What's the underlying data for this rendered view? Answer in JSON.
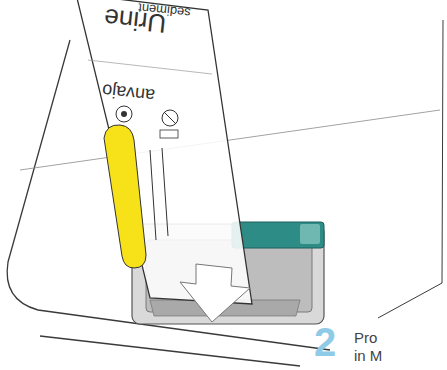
{
  "diagram": {
    "labels": [
      "Urine",
      "sediment",
      "anvajo",
      "2",
      "Pro",
      "in M"
    ]
  }
}
